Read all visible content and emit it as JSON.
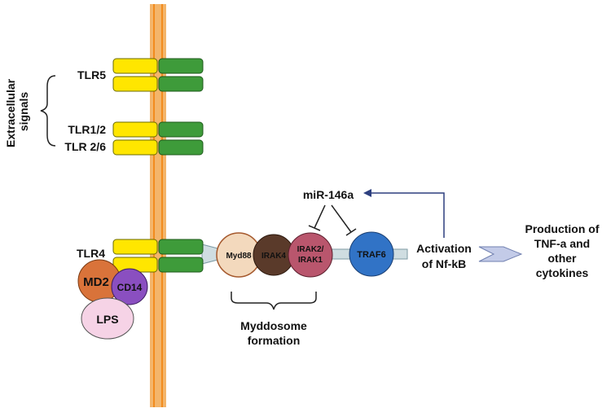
{
  "labels": {
    "extracellular": [
      "Extracellular",
      "signals"
    ],
    "tlr5": "TLR5",
    "tlr12": "TLR1/2",
    "tlr26": "TLR 2/6",
    "tlr4": "TLR4",
    "mir": "miR-146a",
    "activation": [
      "Activation",
      "of Nf-kB"
    ],
    "production": [
      "Production of",
      "TNF-a and",
      "other",
      "cytokines"
    ],
    "myddosome": [
      "Myddosome",
      "formation"
    ]
  },
  "nodes": {
    "md2": "MD2",
    "cd14": "CD14",
    "lps": "LPS",
    "myd88": "Myd88",
    "irak4": "IRAK4",
    "irak21": [
      "IRAK2/",
      "IRAK1"
    ],
    "traf6": "TRAF6"
  },
  "colors": {
    "membrane": "#f3b56b",
    "membrane_line": "#f28b1e",
    "receptor_yellow": "#ffe600",
    "receptor_green": "#3e9b3a",
    "md2": "#d9733a",
    "cd14": "#8a4fc0",
    "lps": "#f6d3e6",
    "myd88": "#f3d9bd",
    "irak4": "#5a3a2a",
    "irak21": "#b9566d",
    "traf6": "#3173c6",
    "arrow": "#2d3f7f",
    "pathway": "#cfdde1"
  }
}
